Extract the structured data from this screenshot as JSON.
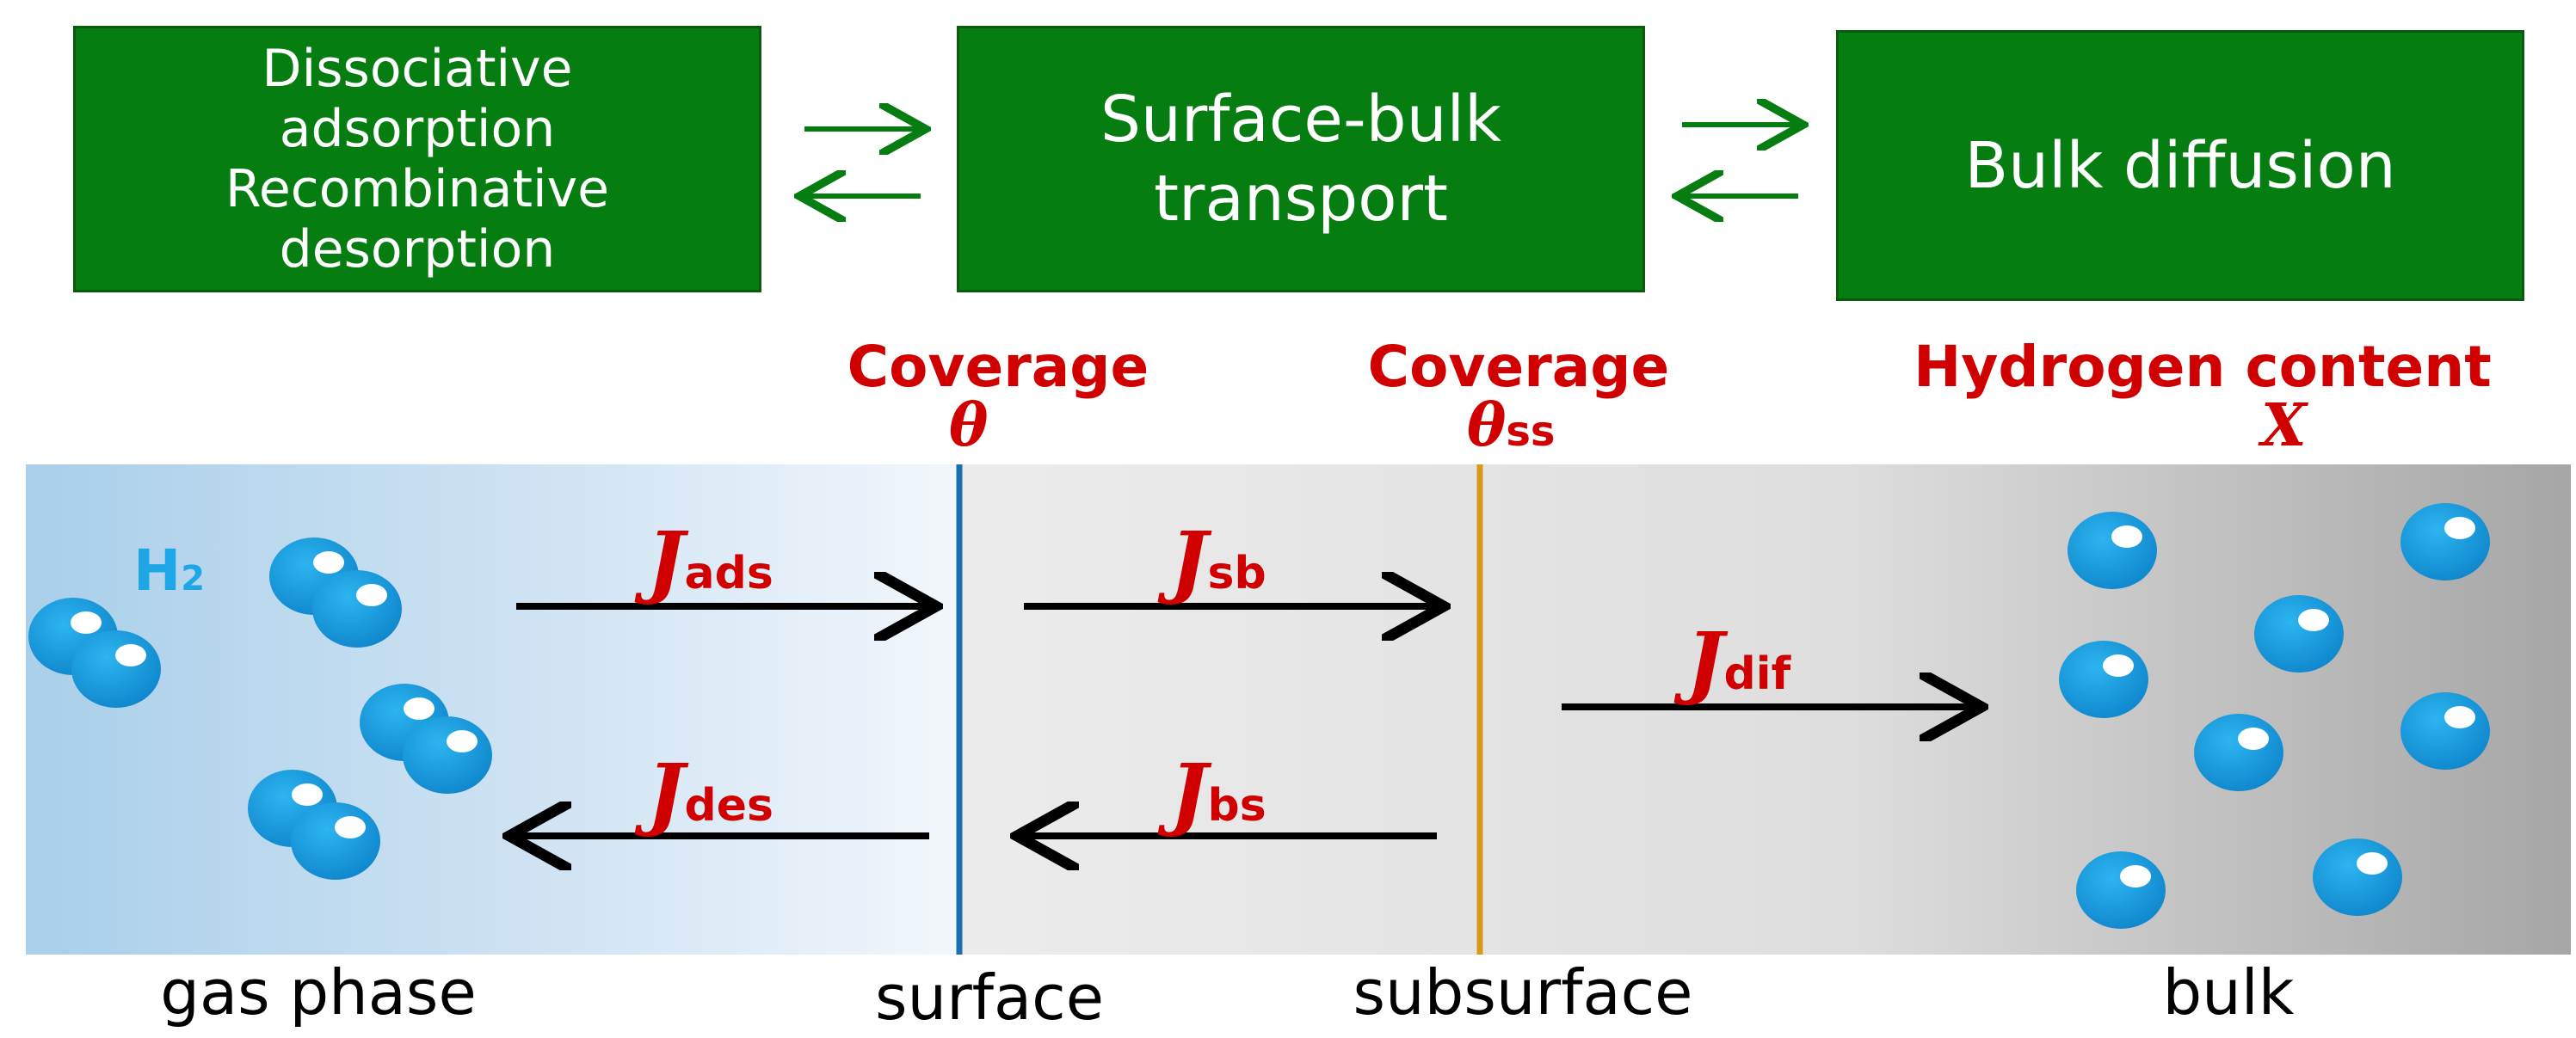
{
  "process_boxes": {
    "adsorption": {
      "line1": "Dissociative",
      "line2": "adsorption",
      "line3": "Recombinative",
      "line4": "desorption"
    },
    "surface_bulk": {
      "line1": "Surface-bulk",
      "line2": "transport"
    },
    "bulk": {
      "line1": "Bulk diffusion"
    }
  },
  "quantities": {
    "coverage_surface": {
      "label": "Coverage",
      "symbol": "θ"
    },
    "coverage_subsurface": {
      "label": "Coverage",
      "symbol": "θ",
      "subscript": "ss"
    },
    "hydrogen_content": {
      "label": "Hydrogen content",
      "symbol": "X"
    }
  },
  "fluxes": {
    "ads": {
      "symbol": "J",
      "subscript": "ads"
    },
    "des": {
      "symbol": "J",
      "subscript": "des"
    },
    "sb": {
      "symbol": "J",
      "subscript": "sb"
    },
    "bs": {
      "symbol": "J",
      "subscript": "bs"
    },
    "dif": {
      "symbol": "J",
      "subscript": "dif"
    }
  },
  "molecule_label": {
    "text": "H",
    "subscript": "2"
  },
  "regions": {
    "gas": "gas phase",
    "surface": "surface",
    "subsurface": "subsurface",
    "bulk": "bulk"
  },
  "colors": {
    "box_fill": "#057d10",
    "box_arrow": "#057d10",
    "quantity_text": "#d00000",
    "surface_line": "#1a6fb0",
    "subsurface_line": "#d89a1c",
    "atom": "#1f9fe0",
    "h2_label": "#1fa6e6"
  }
}
